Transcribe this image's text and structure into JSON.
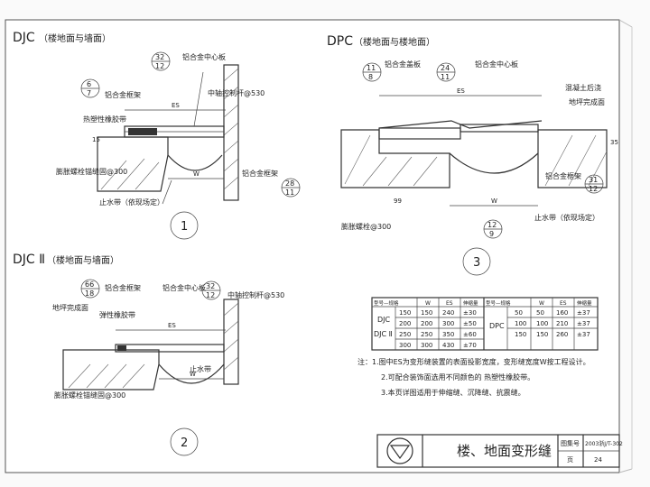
{
  "detail_djc": {
    "title": "DJC",
    "subtitle": "（楼地面与墙面）",
    "labels": {
      "frame": "铝合金框架",
      "center": "铝合金中心板",
      "rod": "中轴控制杆@530",
      "rubber": "热塑性橡胶带",
      "bolt": "膨胀螺栓锚缝固@300",
      "water": "止水带（依现场定）",
      "anchor": "铝合金框架"
    },
    "refs": [
      {
        "top": "6",
        "bottom": "7"
      },
      {
        "top": "32",
        "bottom": "12"
      },
      {
        "top": "28",
        "bottom": "11"
      }
    ],
    "dims": {
      "es": "ES",
      "w": "W",
      "h": "15"
    },
    "number": "1"
  },
  "detail_djc2": {
    "title": "DJC Ⅱ",
    "subtitle": "（楼地面与墙面）",
    "labels": {
      "frame": "铝合金框架",
      "center": "铝合金中心板",
      "rod": "中轴控制杆@530",
      "floor": "地坪完成面",
      "elastic": "弹性橡胶带",
      "bolt": "膨胀螺栓锚缝固@300",
      "water": "止水带"
    },
    "refs": [
      {
        "top": "66",
        "bottom": "18"
      },
      {
        "top": "32",
        "bottom": "12"
      }
    ],
    "dims": {
      "es": "ES",
      "w": "W"
    },
    "number": "2"
  },
  "detail_dpc": {
    "title": "DPC",
    "subtitle": "（楼地面与楼地面）",
    "labels": {
      "cover": "铝合金盖板",
      "center": "铝合金中心板",
      "concrete": "混凝土后浇",
      "floor": "地坪完成面",
      "bolt": "膨胀螺栓@300",
      "water": "止水带（依现场定）",
      "frame": "铝合金框架"
    },
    "refs": [
      {
        "top": "11",
        "bottom": "8"
      },
      {
        "top": "24",
        "bottom": "11"
      },
      {
        "top": "12",
        "bottom": "9"
      },
      {
        "top": "31",
        "bottom": "12"
      }
    ],
    "dims": {
      "es": "ES",
      "w": "W",
      "d": "99",
      "h": "35"
    },
    "number": "3"
  },
  "spec_table": {
    "headers_left": [
      "型号—规格",
      "W",
      "ES",
      "伸缩量"
    ],
    "headers_right": [
      "型号—规格",
      "W",
      "ES",
      "伸缩量"
    ],
    "group_left_a": "DJC",
    "group_left_b": "DJC Ⅱ",
    "group_right": "DPC",
    "rows_left": [
      [
        "150",
        "150",
        "240",
        "±30"
      ],
      [
        "200",
        "200",
        "300",
        "±50"
      ],
      [
        "250",
        "250",
        "350",
        "±60"
      ],
      [
        "300",
        "300",
        "430",
        "±70"
      ]
    ],
    "rows_right": [
      [
        "50",
        "50",
        "160",
        "±37"
      ],
      [
        "100",
        "100",
        "210",
        "±37"
      ],
      [
        "150",
        "150",
        "260",
        "±37"
      ]
    ]
  },
  "notes": [
    "注：1.图中ES为变形缝装置的表面投影宽度，变形缝宽度W按工程设计。",
    "2.可配合装饰面选用不同颜色的 热塑性橡胶带。",
    "3.本页详图适用于伸缩缝、沉降缝、抗震缝。"
  ],
  "title_block": {
    "title": "楼、地面变形缝",
    "atlas_label": "图集号",
    "atlas_value": "2003浙J/T-302",
    "page_label": "页",
    "page_value": "24"
  }
}
